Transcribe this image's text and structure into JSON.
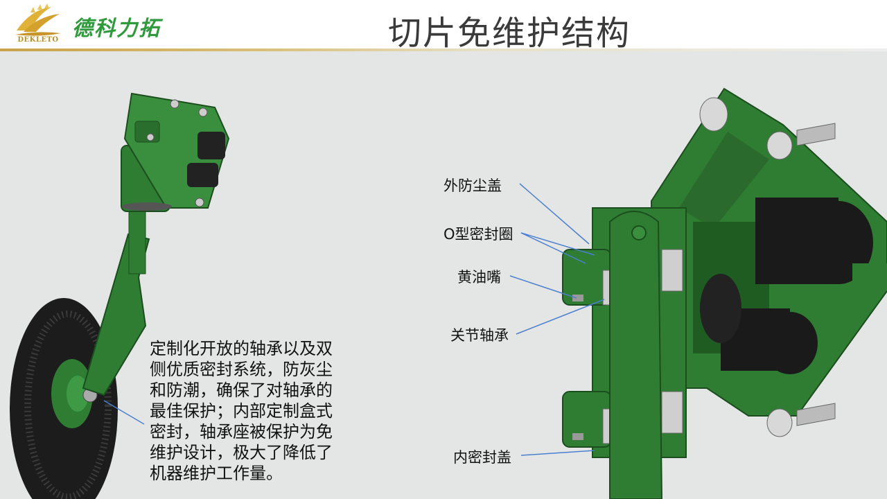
{
  "header": {
    "logo_text": "DEKLETO",
    "brand_name": "德科力拓",
    "slide_title": "切片免维护结构"
  },
  "description": "定制化开放的轴承以及双\n侧优质密封系统，防灰尘\n和防潮，确保了对轴承的\n最佳保护；内部定制盒式\n密封，轴承座被保护为免\n维护设计，极大了降低了\n机器维护工作量。",
  "callouts": {
    "outer_dust_cover": "外防尘盖",
    "o_ring": "O型密封圈",
    "grease_nipple": "黄油嘴",
    "joint_bearing": "关节轴承",
    "inner_seal_cover": "内密封盖"
  },
  "colors": {
    "brand_green": "#2f9a3c",
    "model_green": "#2e7d32",
    "callout_line": "#4a7fd0",
    "gold": "#c9a24a"
  }
}
